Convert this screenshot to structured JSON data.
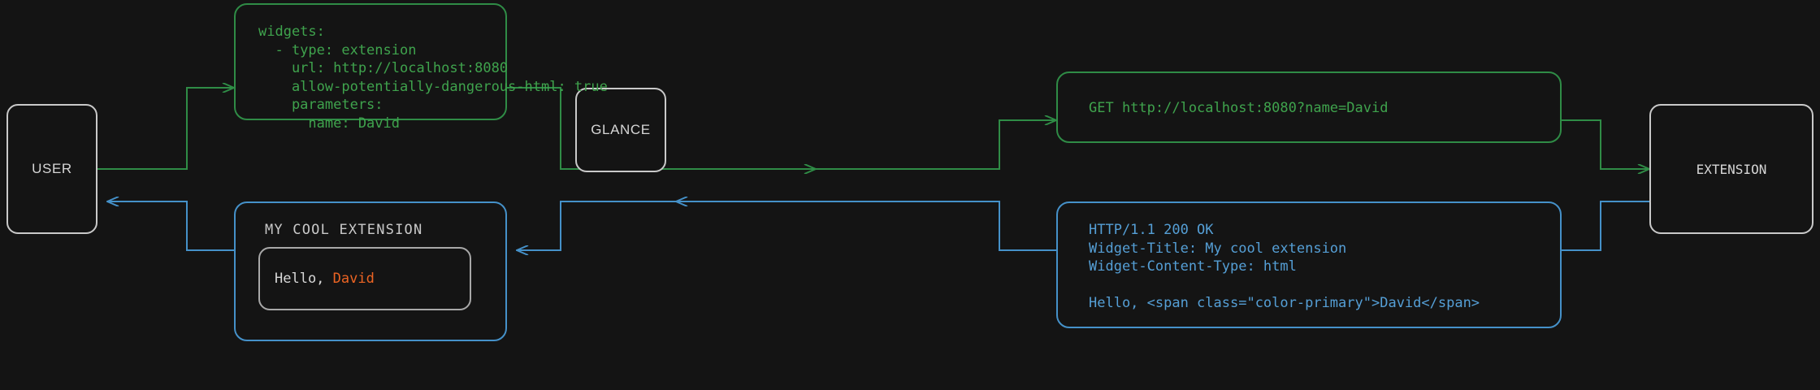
{
  "colors": {
    "background": "#141414",
    "node_border": "#c9c9c9",
    "request_green": "#2f8c46",
    "request_green_text": "#3fa34d",
    "response_blue": "#4591c9",
    "response_blue_text": "#559fd6",
    "accent_orange": "#ec6423",
    "widget_text": "#d8d8d8"
  },
  "nodes": {
    "user": {
      "label": "USER"
    },
    "glance": {
      "label": "GLANCE"
    },
    "extension": {
      "label": "EXTENSION"
    }
  },
  "cards": {
    "config": {
      "role": "yaml-configuration",
      "color": "#2f8c46",
      "text": "widgets:\n  - type: extension\n    url: http://localhost:8080\n    allow-potentially-dangerous-html: true\n    parameters:\n      name: David"
    },
    "request": {
      "role": "http-request",
      "color": "#2f8c46",
      "text": "GET http://localhost:8080?name=David"
    },
    "response": {
      "role": "http-response",
      "color": "#4591c9",
      "text": "HTTP/1.1 200 OK\nWidget-Title: My cool extension\nWidget-Content-Type: html\n\nHello, <span class=\"color-primary\">David</span>"
    },
    "rendered_widget": {
      "role": "rendered-widget-preview",
      "color": "#4591c9",
      "title": "MY COOL EXTENSION",
      "body_prefix": "Hello, ",
      "body_accent": "David"
    }
  },
  "connectors": [
    {
      "name": "user-to-config",
      "color": "#2f8c46",
      "direction": "right"
    },
    {
      "name": "config-to-glance",
      "color": "#2f8c46",
      "direction": "right"
    },
    {
      "name": "glance-to-request",
      "color": "#2f8c46",
      "direction": "right"
    },
    {
      "name": "request-to-extension",
      "color": "#2f8c46",
      "direction": "right"
    },
    {
      "name": "extension-to-response",
      "color": "#4591c9",
      "direction": "left"
    },
    {
      "name": "response-to-glance",
      "color": "#4591c9",
      "direction": "left"
    },
    {
      "name": "glance-to-widget",
      "color": "#4591c9",
      "direction": "left"
    },
    {
      "name": "widget-to-user",
      "color": "#4591c9",
      "direction": "left"
    }
  ]
}
